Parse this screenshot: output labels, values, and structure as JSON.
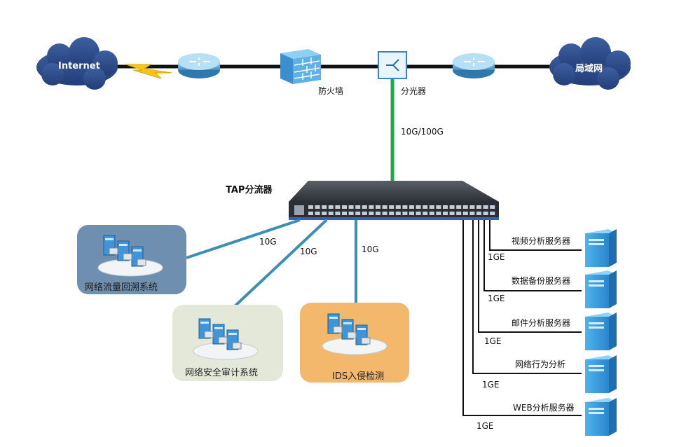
{
  "top": {
    "internet": "Internet",
    "lan": "局域网",
    "firewall": "防火墙",
    "splitter": "分光器",
    "uplink_speed": "10G/100G"
  },
  "tap": {
    "label": "TAP分流器"
  },
  "systems": [
    {
      "name": "网络流量回溯系统",
      "speed": "10G",
      "color": "#6f8fb0"
    },
    {
      "name": "网络安全审计系统",
      "speed": "10G",
      "color": "#e4e8d8"
    },
    {
      "name": "IDS入侵检测",
      "speed": "10G",
      "color": "#f4b86c"
    }
  ],
  "servers": [
    {
      "name": "视频分析服务器",
      "speed": "1GE"
    },
    {
      "name": "数据备份服务器",
      "speed": "1GE"
    },
    {
      "name": "邮件分析服务器",
      "speed": "1GE"
    },
    {
      "name": "网络行为分析",
      "speed": "1GE"
    },
    {
      "name": "WEB分析服务器",
      "speed": "1GE"
    }
  ]
}
